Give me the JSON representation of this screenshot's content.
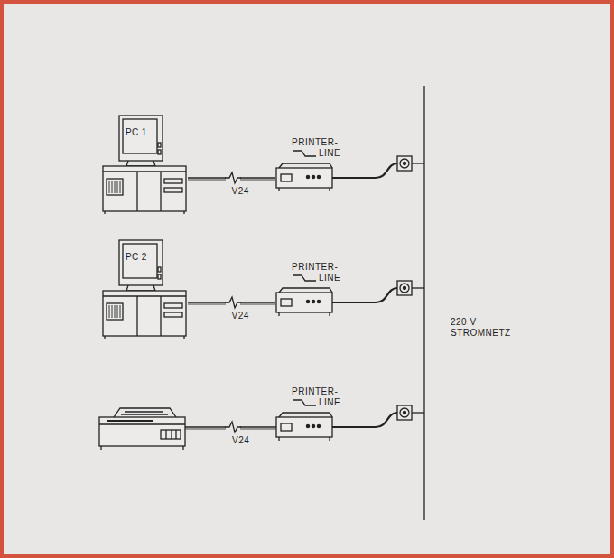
{
  "diagram": {
    "nodes": [
      {
        "text": [
          "PC 1"
        ]
      },
      {
        "text": [
          "PRINTER- LINE"
        ]
      },
      {
        "text": [
          "PC 2"
        ]
      },
      {
        "text": [
          "PRINTER- LINE"
        ]
      },
      {
        "text": [
          "PRINTER- LINE"
        ]
      }
    ],
    "edges": [
      {
        "from": 0,
        "to": 1,
        "arrow": "none",
        "label": "V24"
      },
      {
        "from": 2,
        "to": 3,
        "arrow": "none",
        "label": "V24"
      }
    ],
    "labels": [
      "220 V STROMNETZ",
      "V24"
    ]
  }
}
